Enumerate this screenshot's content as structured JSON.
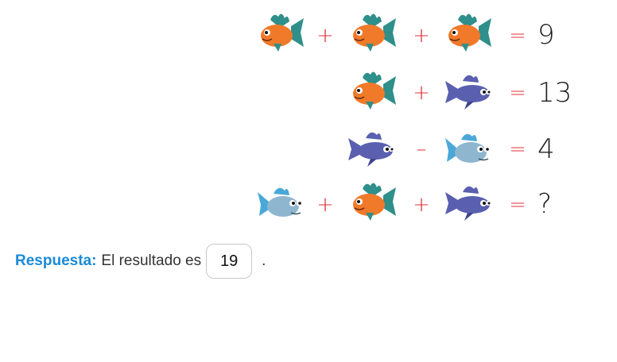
{
  "puzzle": {
    "rows": [
      {
        "terms": [
          "orange-fish",
          "orange-fish",
          "orange-fish"
        ],
        "operators": [
          "+",
          "+"
        ],
        "equals": "=",
        "result": "9"
      },
      {
        "terms": [
          "orange-fish",
          "purple-fish"
        ],
        "operators": [
          "+"
        ],
        "equals": "=",
        "result": "13"
      },
      {
        "terms": [
          "purple-fish",
          "blue-fish"
        ],
        "operators": [
          "–"
        ],
        "equals": "=",
        "result": "4"
      },
      {
        "terms": [
          "blue-fish",
          "orange-fish",
          "purple-fish"
        ],
        "operators": [
          "+",
          "+"
        ],
        "equals": "=",
        "result": "?"
      }
    ]
  },
  "answer": {
    "label": "Respuesta:",
    "text": "El resultado es",
    "value": "19",
    "suffix": "."
  },
  "colors": {
    "operator": "#e0303a",
    "answer_label": "#1a8ad8",
    "orange_fish": "#f07a2a",
    "purple_fish": "#5a5fb0",
    "blue_fish": "#4aa8d8",
    "fin_teal": "#2f8f8a"
  }
}
